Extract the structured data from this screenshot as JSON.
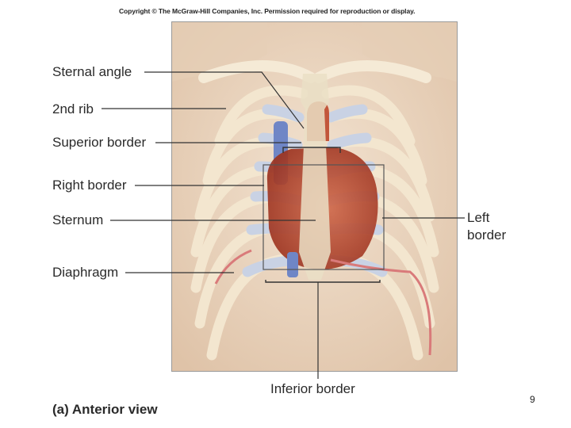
{
  "copyright": "Copyright © The McGraw-Hill Companies, Inc. Permission required for reproduction or display.",
  "labels": {
    "sternal_angle": "Sternal angle",
    "second_rib": "2nd rib",
    "superior_border": "Superior border",
    "right_border": "Right border",
    "sternum": "Sternum",
    "diaphragm": "Diaphragm",
    "left_border_line1": "Left",
    "left_border_line2": "border",
    "inferior_border": "Inferior border"
  },
  "caption": "(a) Anterior view",
  "page_number": "9",
  "colors": {
    "skin": "#ecd9c6",
    "rib": "#f3e6cf",
    "cartilage": "#c9d2e4",
    "heart": "#b8472f",
    "diaphragm_line": "#d97a7a",
    "leader_line": "#333333"
  }
}
